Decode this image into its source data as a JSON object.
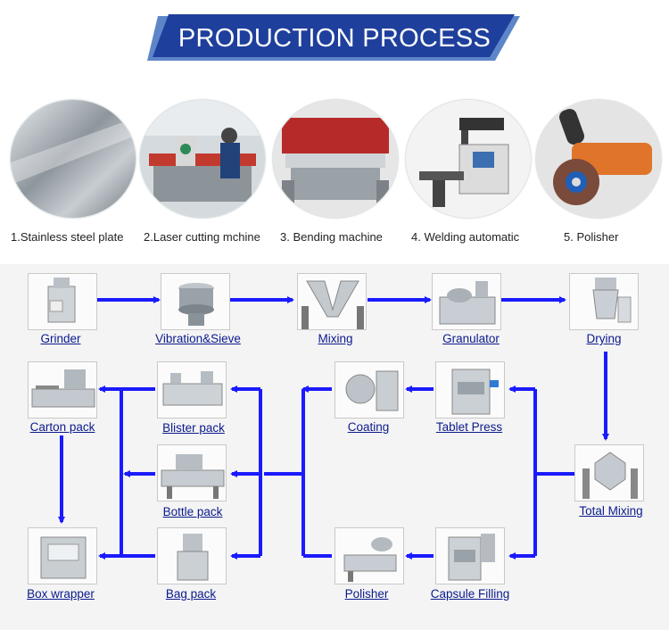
{
  "header": {
    "title": "PRODUCTION PROCESS"
  },
  "steps": [
    {
      "caption": "1.Stainless steel plate"
    },
    {
      "caption": "2.Laser cutting mchine"
    },
    {
      "caption": "3. Bending machine"
    },
    {
      "caption": "4. Welding  automatic"
    },
    {
      "caption": "5. Polisher"
    }
  ],
  "flow": {
    "grinder": "Grinder",
    "vibration": "Vibration&Sieve",
    "mixing": "Mixing",
    "granulator": "Granulator",
    "drying": "Drying",
    "carton": "Carton pack",
    "blister": "Blister pack",
    "coating": "Coating",
    "tablet": "Tablet Press",
    "bottle": "Bottle pack",
    "total_mixing": "Total Mixing",
    "box": "Box wrapper",
    "bag": "Bag pack",
    "polisher": "Polisher",
    "capsule": "Capsule Filling"
  },
  "colors": {
    "banner": "#1f3f9c",
    "arrow": "#1a1aff",
    "label": "#0b1a8c"
  }
}
